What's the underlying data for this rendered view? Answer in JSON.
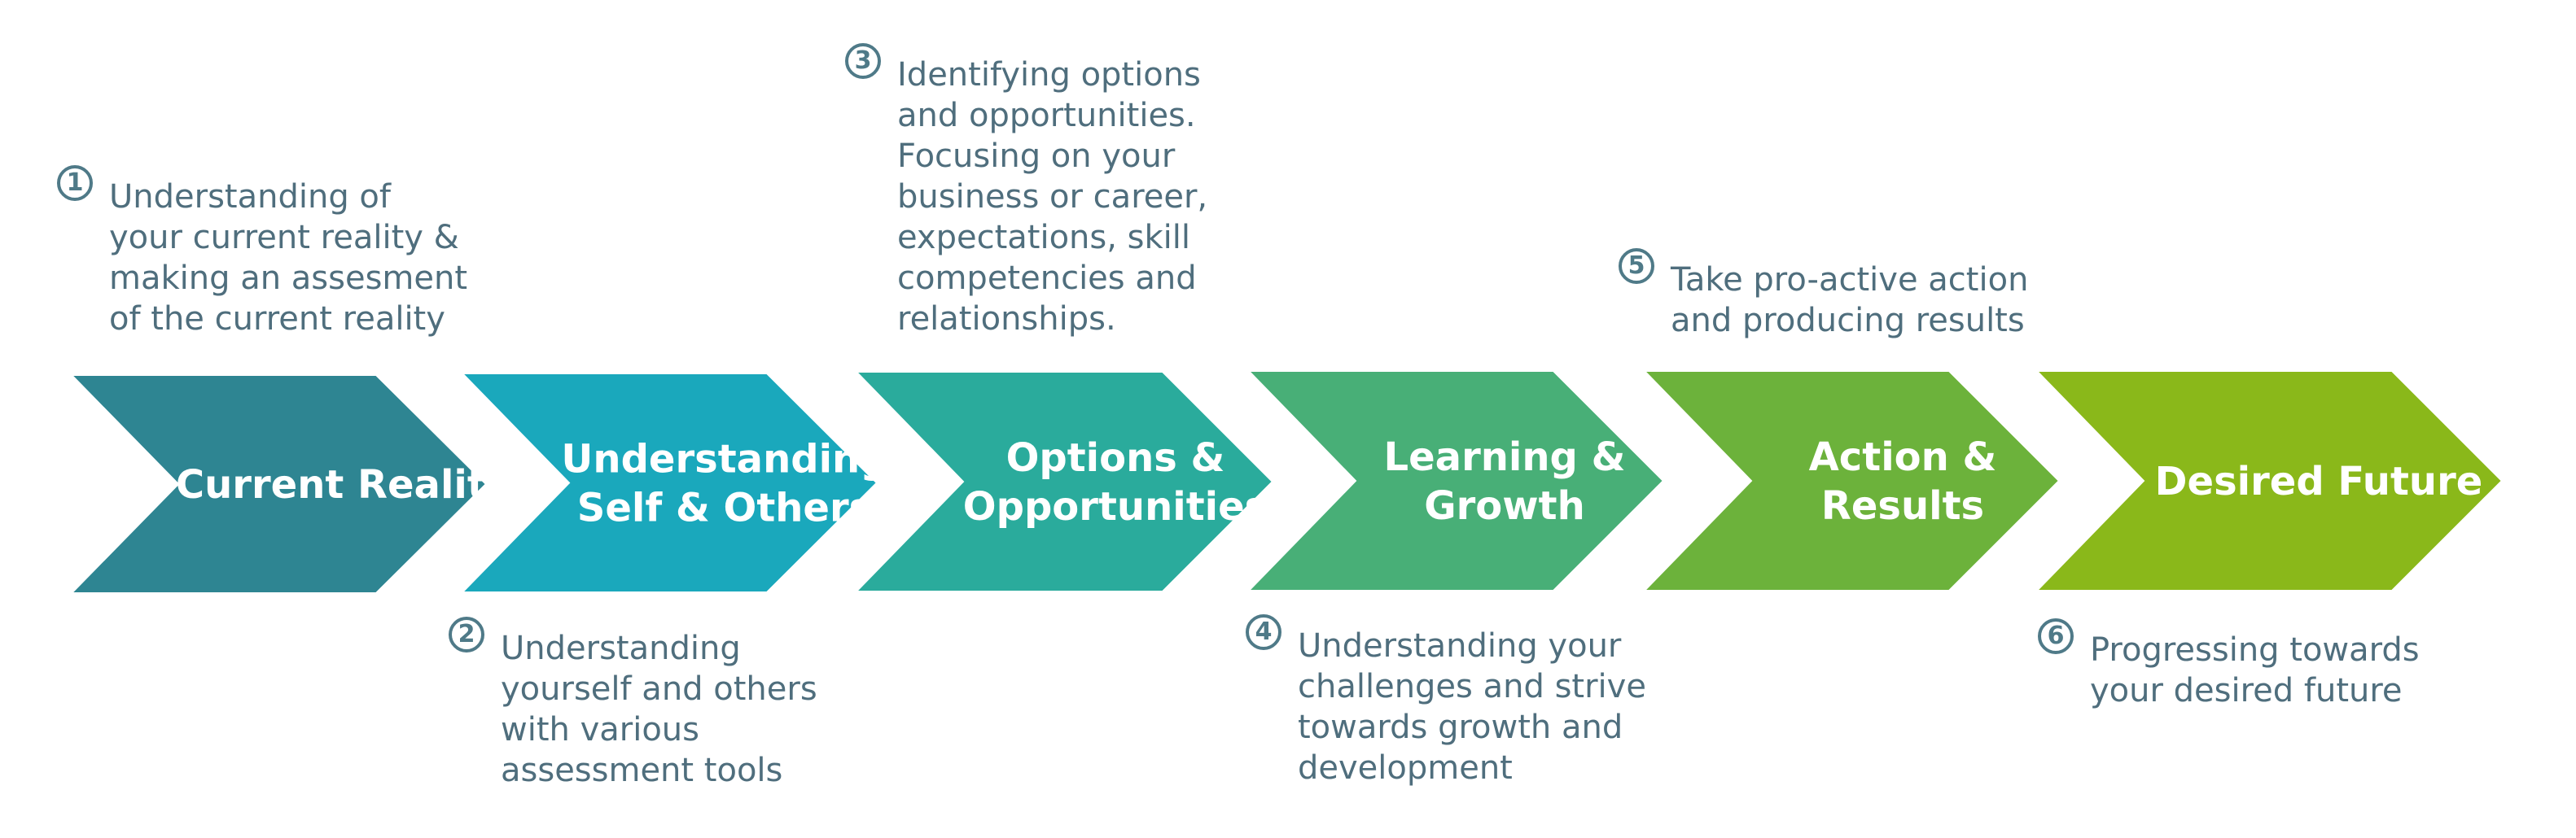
{
  "steps": [
    {
      "number": "1",
      "label": "Current Reality",
      "color": "#2e8592",
      "description": "Understanding of\nyour current reality &\nmaking an assesment\nof the current reality"
    },
    {
      "number": "2",
      "label": "Understanding\nSelf & Others",
      "color": "#1aa8bc",
      "description": "Understanding\nyourself and others\nwith various\nassessment tools"
    },
    {
      "number": "3",
      "label": "Options &\nOpportunities",
      "color": "#2aab9c",
      "description": "Identifying options\nand opportunities.\nFocusing on your\nbusiness or career,\nexpectations, skill\ncompetencies and\nrelationships."
    },
    {
      "number": "4",
      "label": "Learning &\nGrowth",
      "color": "#48af77",
      "description": "Understanding your\nchallenges and strive\ntowards growth and\ndevelopment"
    },
    {
      "number": "5",
      "label": "Action &\nResults",
      "color": "#6cb23b",
      "description": "Take pro-active action\nand producing results"
    },
    {
      "number": "6",
      "label": "Desired Future",
      "color": "#8ab81a",
      "description": "Progressing towards\nyour desired future"
    }
  ],
  "colors": {
    "note_text": "#4f6e7d",
    "number_circle": "#4f7a88",
    "label_text": "#ffffff"
  }
}
